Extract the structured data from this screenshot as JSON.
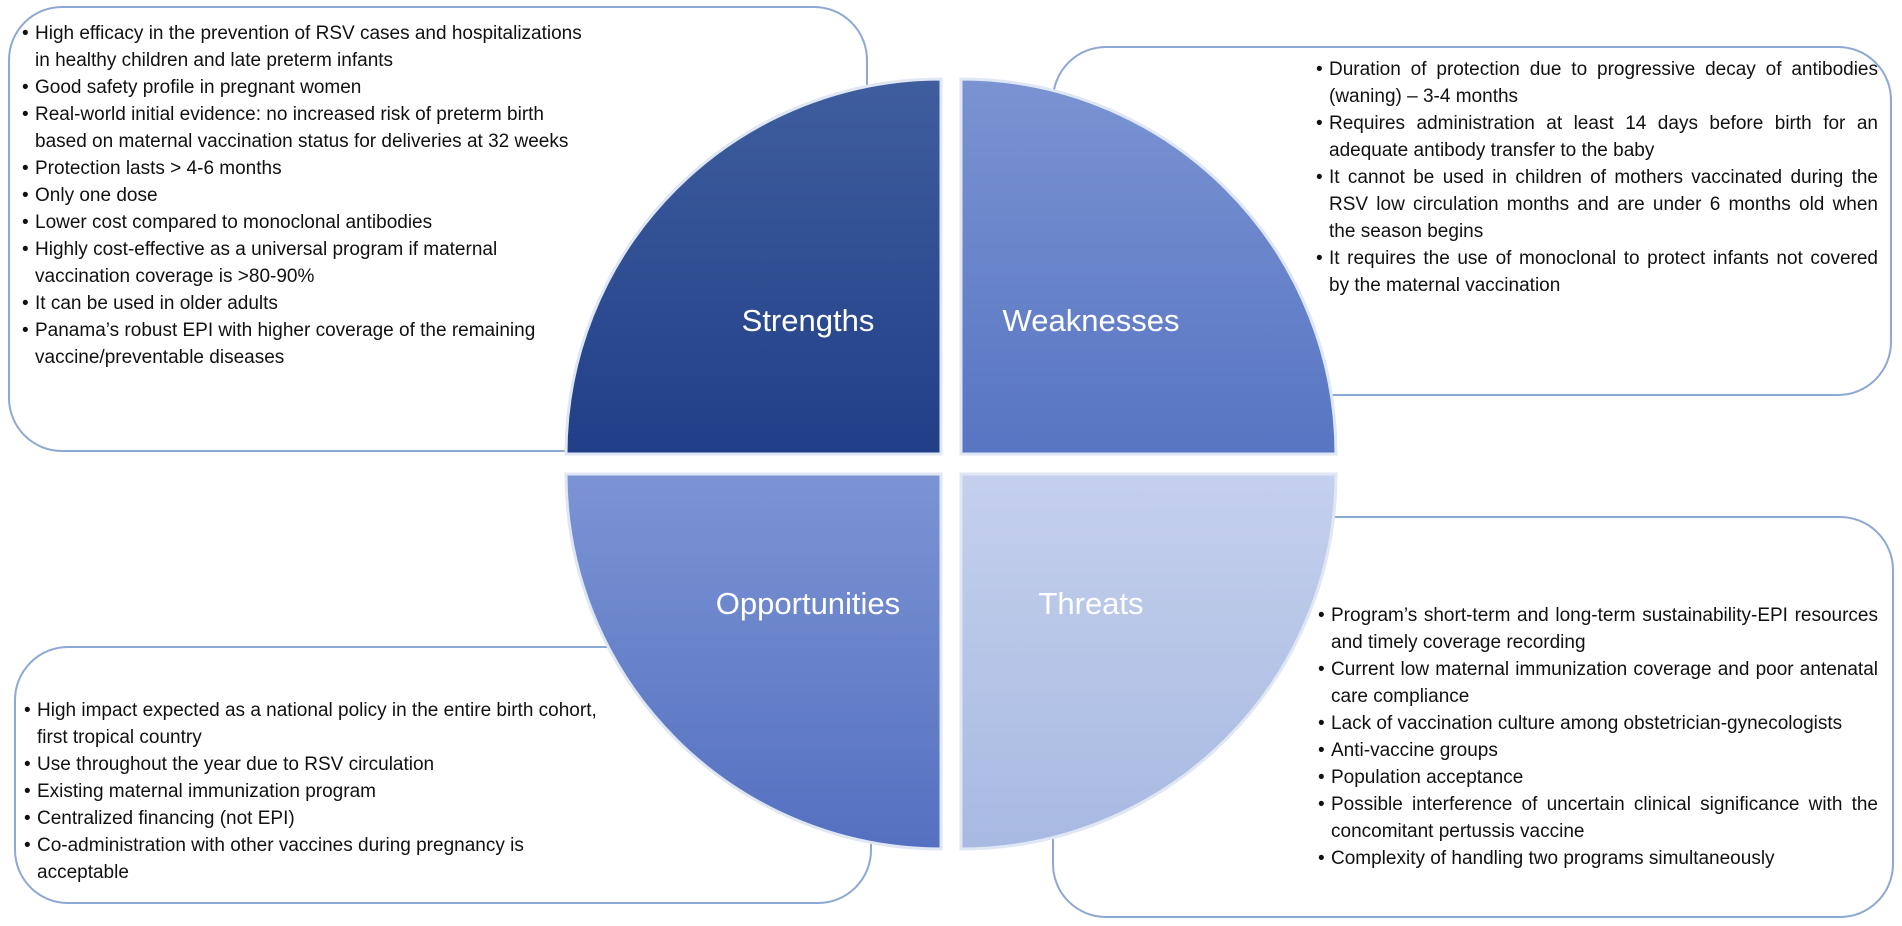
{
  "colors": {
    "strengths": "#2b4a8c",
    "weaknesses": "#6a86cc",
    "opportunities": "#6682cc",
    "threats": "#b7c5e6",
    "box_border": "#8ea8d6"
  },
  "quadrants": {
    "strengths": {
      "label": "Strengths",
      "items": [
        "High efficacy in the prevention of RSV cases and hospitalizations in healthy children and late preterm infants",
        "Good safety profile in pregnant women",
        " Real-world initial evidence: no increased risk of preterm birth based on maternal vaccination status for deliveries at 32 weeks",
        "Protection lasts > 4-6 months",
        "Only one dose",
        "Lower cost compared to monoclonal antibodies",
        "Highly cost-effective as a universal program if maternal vaccination coverage is >80-90%",
        "It can be used in older adults",
        " Panama’s robust EPI with higher coverage of the remaining vaccine/preventable diseases"
      ]
    },
    "weaknesses": {
      "label": "Weaknesses",
      "items": [
        "Duration of protection due to progressive decay of antibodies (waning) – 3-4 months",
        "Requires administration at least 14 days before birth for an adequate antibody transfer to the baby",
        "It cannot be used in children of mothers vaccinated during the RSV low circulation months and are under 6 months old when the season begins",
        "It requires the use of monoclonal to protect infants not covered by the maternal vaccination"
      ]
    },
    "opportunities": {
      "label": "Opportunities",
      "items": [
        "High impact expected as a national policy in the entire birth cohort, first tropical country",
        "Use throughout the year due to RSV circulation",
        "Existing maternal immunization program",
        "Centralized financing (not EPI)",
        "Co-administration with other vaccines during pregnancy is acceptable"
      ]
    },
    "threats": {
      "label": "Threats",
      "items": [
        "Program’s short-term and long-term sustainability-EPI resources and timely coverage recording",
        "Current low maternal immunization coverage and poor antenatal care compliance",
        "Lack of vaccination culture among obstetrician-gynecologists",
        "Anti-vaccine groups",
        "Population acceptance",
        "Possible interference of uncertain clinical significance with the concomitant pertussis vaccine",
        "Complexity of handling two programs simultaneously"
      ]
    }
  }
}
